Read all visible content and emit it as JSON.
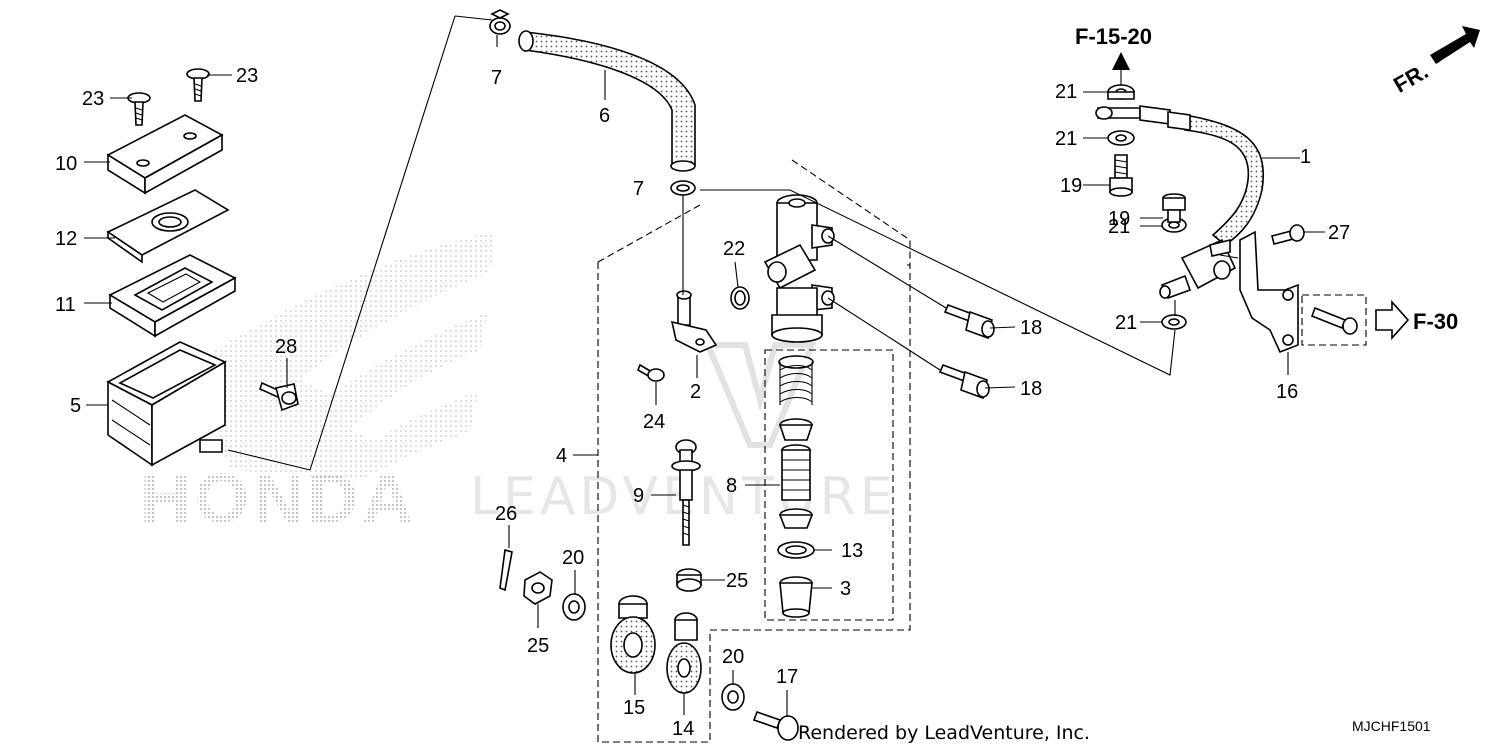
{
  "diagram": {
    "callouts": [
      {
        "id": "c1",
        "text": "1"
      },
      {
        "id": "c2",
        "text": "2"
      },
      {
        "id": "c3",
        "text": "3"
      },
      {
        "id": "c4",
        "text": "4"
      },
      {
        "id": "c5",
        "text": "5"
      },
      {
        "id": "c6",
        "text": "6"
      },
      {
        "id": "c7a",
        "text": "7"
      },
      {
        "id": "c7b",
        "text": "7"
      },
      {
        "id": "c8",
        "text": "8"
      },
      {
        "id": "c9",
        "text": "9"
      },
      {
        "id": "c10",
        "text": "10"
      },
      {
        "id": "c11",
        "text": "11"
      },
      {
        "id": "c12",
        "text": "12"
      },
      {
        "id": "c13",
        "text": "13"
      },
      {
        "id": "c14",
        "text": "14"
      },
      {
        "id": "c15",
        "text": "15"
      },
      {
        "id": "c16",
        "text": "16"
      },
      {
        "id": "c17",
        "text": "17"
      },
      {
        "id": "c18a",
        "text": "18"
      },
      {
        "id": "c18b",
        "text": "18"
      },
      {
        "id": "c19a",
        "text": "19"
      },
      {
        "id": "c19b",
        "text": "19"
      },
      {
        "id": "c20a",
        "text": "20"
      },
      {
        "id": "c20b",
        "text": "20"
      },
      {
        "id": "c21a",
        "text": "21"
      },
      {
        "id": "c21b",
        "text": "21"
      },
      {
        "id": "c21c",
        "text": "21"
      },
      {
        "id": "c21d",
        "text": "21"
      },
      {
        "id": "c22",
        "text": "22"
      },
      {
        "id": "c23a",
        "text": "23"
      },
      {
        "id": "c23b",
        "text": "23"
      },
      {
        "id": "c24",
        "text": "24"
      },
      {
        "id": "c25a",
        "text": "25"
      },
      {
        "id": "c25b",
        "text": "25"
      },
      {
        "id": "c26",
        "text": "26"
      },
      {
        "id": "c27",
        "text": "27"
      },
      {
        "id": "c28",
        "text": "28"
      }
    ],
    "refs": {
      "f15": "F-15-20",
      "f30": "F-30"
    },
    "front_label": "FR.",
    "credit": "Rendered by LeadVenture, Inc.",
    "diagram_code": "MJCHF1501",
    "watermark": "LEADVENTURE",
    "brand": "HONDA"
  }
}
